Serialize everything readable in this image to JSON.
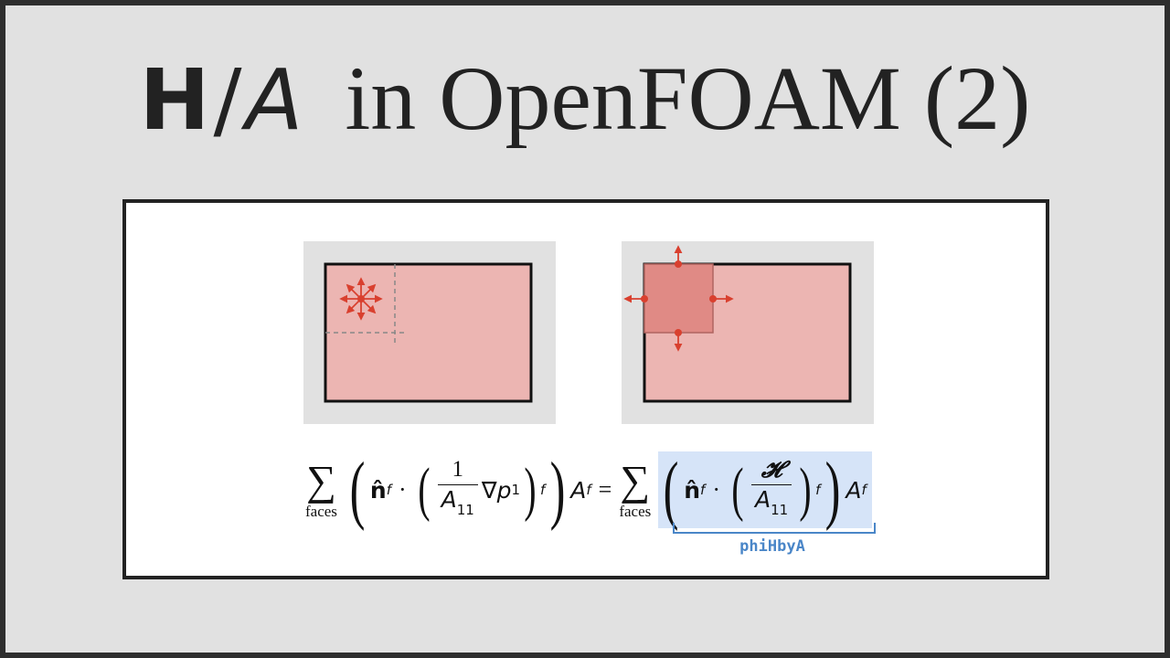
{
  "title": {
    "bold_symbol": "H",
    "slash": "/",
    "italic_symbol": "A",
    "rest": "in OpenFOAM (2)"
  },
  "equation": {
    "lhs_sum_subscript": "faces",
    "n_hat": "n̂",
    "face_subscript": "f",
    "dot": "·",
    "lhs_fraction_numerator": "1",
    "fraction_denominator": "A",
    "denominator_subscript": "11",
    "gradient": "∇p",
    "gradient_subscript": "1",
    "area_symbol": "A",
    "equals": "=",
    "rhs_sum_subscript": "faces",
    "rhs_fraction_numerator": "𝓗"
  },
  "annotation": {
    "label": "phiHbyA"
  },
  "colors": {
    "cell_fill": "#ecb5b2",
    "arrow": "#d9402f",
    "highlight": "#d6e4f8",
    "annotation": "#4a86c8"
  }
}
